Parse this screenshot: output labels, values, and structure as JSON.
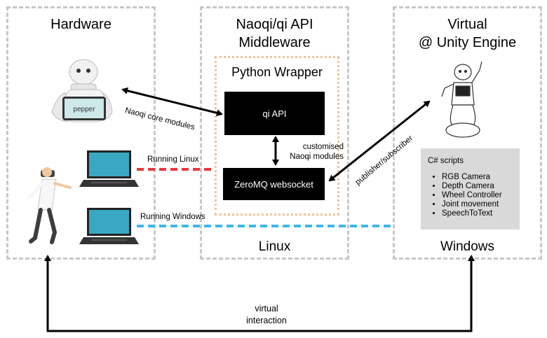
{
  "panels": {
    "hardware": {
      "title": "Hardware"
    },
    "middleware": {
      "title": "Naoqi/qi API\nMiddleware",
      "footer": "Linux"
    },
    "virtual": {
      "title": "Virtual\n@ Unity Engine",
      "footer": "Windows"
    }
  },
  "wrapper": {
    "title": "Python Wrapper",
    "qi_api": "qi API",
    "zeromq": "ZeroMQ websocket",
    "customised": "customised\nNaoqi modules"
  },
  "robot_tablet_text": "pepper",
  "connections": {
    "naoqi_core": "Naoqi core modules",
    "running_linux": "Running Linux",
    "running_windows": "Running Windows",
    "pubsub": "publisher/subscriber",
    "virtual_interaction": "virtual\ninteraction"
  },
  "scripts": {
    "title": "C# scripts",
    "items": [
      "RGB Camera",
      "Depth Camera",
      "Wheel Controller",
      "Joint movement",
      "SpeechToText"
    ]
  },
  "colors": {
    "linux_line": "#e8383b",
    "windows_line": "#3db7ee",
    "laptop_screen": "#3aa8c2",
    "wrapper_border": "#f2c29a",
    "panel_border": "#c8c8c8"
  }
}
